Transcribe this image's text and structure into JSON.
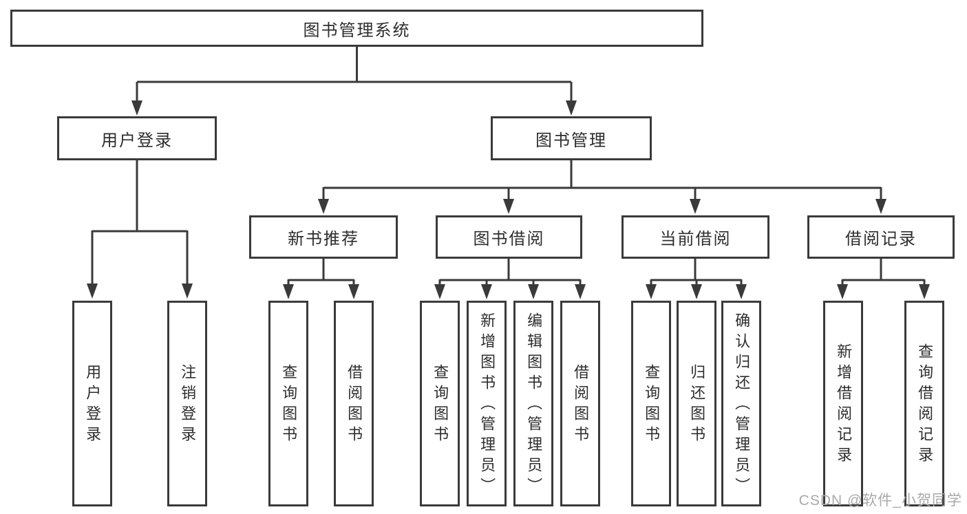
{
  "tree": {
    "root": {
      "label": "图书管理系统"
    },
    "branches": [
      {
        "label": "用户登录",
        "leaves": [
          "用户登录",
          "注销登录"
        ]
      },
      {
        "label": "图书管理",
        "groups": [
          {
            "label": "新书推荐",
            "leaves": [
              "查询图书",
              "借阅图书"
            ]
          },
          {
            "label": "图书借阅",
            "leaves": [
              "查询图书",
              "新增图书（管理员）",
              "编辑图书（管理员）",
              "借阅图书"
            ]
          },
          {
            "label": "当前借阅",
            "leaves": [
              "查询图书",
              "归还图书",
              "确认归还（管理员）"
            ]
          },
          {
            "label": "借阅记录",
            "leaves": [
              "新增借阅记录",
              "查询借阅记录"
            ]
          }
        ]
      }
    ]
  },
  "watermark": "CSDN @软件_小贺同学",
  "colors": {
    "line": "#3a3a3a",
    "text": "#2d2d2d",
    "watermark": "#a9a9a9",
    "background": "#ffffff"
  }
}
